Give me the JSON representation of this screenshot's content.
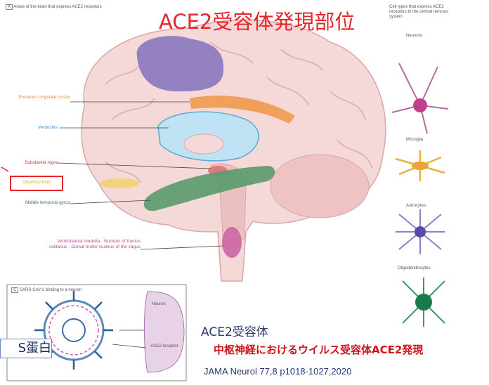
{
  "panel_a": {
    "letter": "A",
    "title": "Areas of the brain that express ACE2 receptors"
  },
  "main_title": "ACE2受容体発現部位",
  "cell_types": {
    "title": "Cell types that express ACE2 receptors in the central nervous system",
    "items": [
      "Neurons",
      "Microglia",
      "Astrocytes",
      "Oligodendrocytes"
    ]
  },
  "regions": {
    "posterior_cingulate": "Posterior cingulate cortex",
    "ventricles": "Ventricles",
    "substantia_nigra": "Substantia nigra",
    "olfactory_bulb": "Olfactory bulb",
    "middle_temporal": "Middle temporal gyrus",
    "medulla": "Ventrolateral medulla · Nucleus of tractus solitarius · Dorsal motor nucleus of the vagus"
  },
  "panel_c": {
    "letter": "C",
    "title": "SARS-CoV-2 binding to a neuron",
    "neuron": "Neuron",
    "receptor": "ACE2 receptor",
    "spike_label": "S蛋白"
  },
  "annotations": {
    "ace2_receptor": "ACE2受容体",
    "headline": "中枢神経におけるウイルス受容体ACE2発現",
    "citation": "JAMA Neurol 77,8 p1018-1027,2020"
  },
  "colors": {
    "accent_red": "#e8252a",
    "headline_red": "#d0121b",
    "brain_pink": "#f3d3d3",
    "purple": "#8a78c0",
    "orange": "#f0a05a",
    "blue": "#8cc8ea",
    "green": "#5a9a6a",
    "magenta": "#d070a8"
  }
}
